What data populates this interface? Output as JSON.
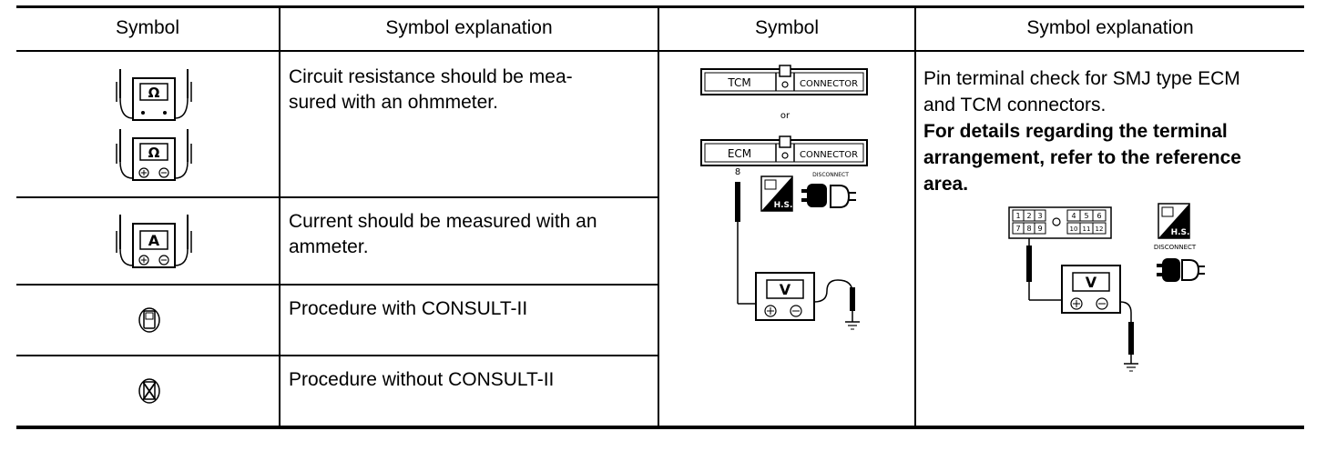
{
  "header": {
    "col1": "Symbol",
    "col2": "Symbol explanation",
    "col3": "Symbol",
    "col4": "Symbol explanation"
  },
  "rows": {
    "ohmmeter": {
      "explanation_line1": "Circuit resistance should be mea-",
      "explanation_line2": "sured with an ohmmeter.",
      "meter_label": "Ω"
    },
    "ammeter": {
      "explanation_line1": "Current should be measured with an",
      "explanation_line2": "ammeter.",
      "meter_label": "A"
    },
    "consult_with": {
      "explanation": "Procedure with CONSULT-II"
    },
    "consult_without": {
      "explanation": "Procedure without CONSULT-II"
    }
  },
  "pin_check": {
    "diagram": {
      "tcm_label": "TCM",
      "connector_label": "CONNECTOR",
      "or_label": "or",
      "ecm_label": "ECM",
      "pin_number": "8",
      "disconnect_label": "DISCONNECT",
      "hs_label": "H.S.",
      "voltmeter_label": "V"
    },
    "explanation_line1": "Pin terminal check for SMJ type ECM",
    "explanation_line2": "and TCM connectors.",
    "bold_line1": "For details regarding the terminal",
    "bold_line2": "arrangement, refer to the reference",
    "bold_line3": "area.",
    "ref_diagram": {
      "pins_top": [
        "1",
        "2",
        "3",
        "4",
        "5",
        "6"
      ],
      "pins_bottom": [
        "7",
        "8",
        "9",
        "10",
        "11",
        "12"
      ],
      "hs_label": "H.S.",
      "disconnect_label": "DISCONNECT",
      "voltmeter_label": "V"
    }
  }
}
